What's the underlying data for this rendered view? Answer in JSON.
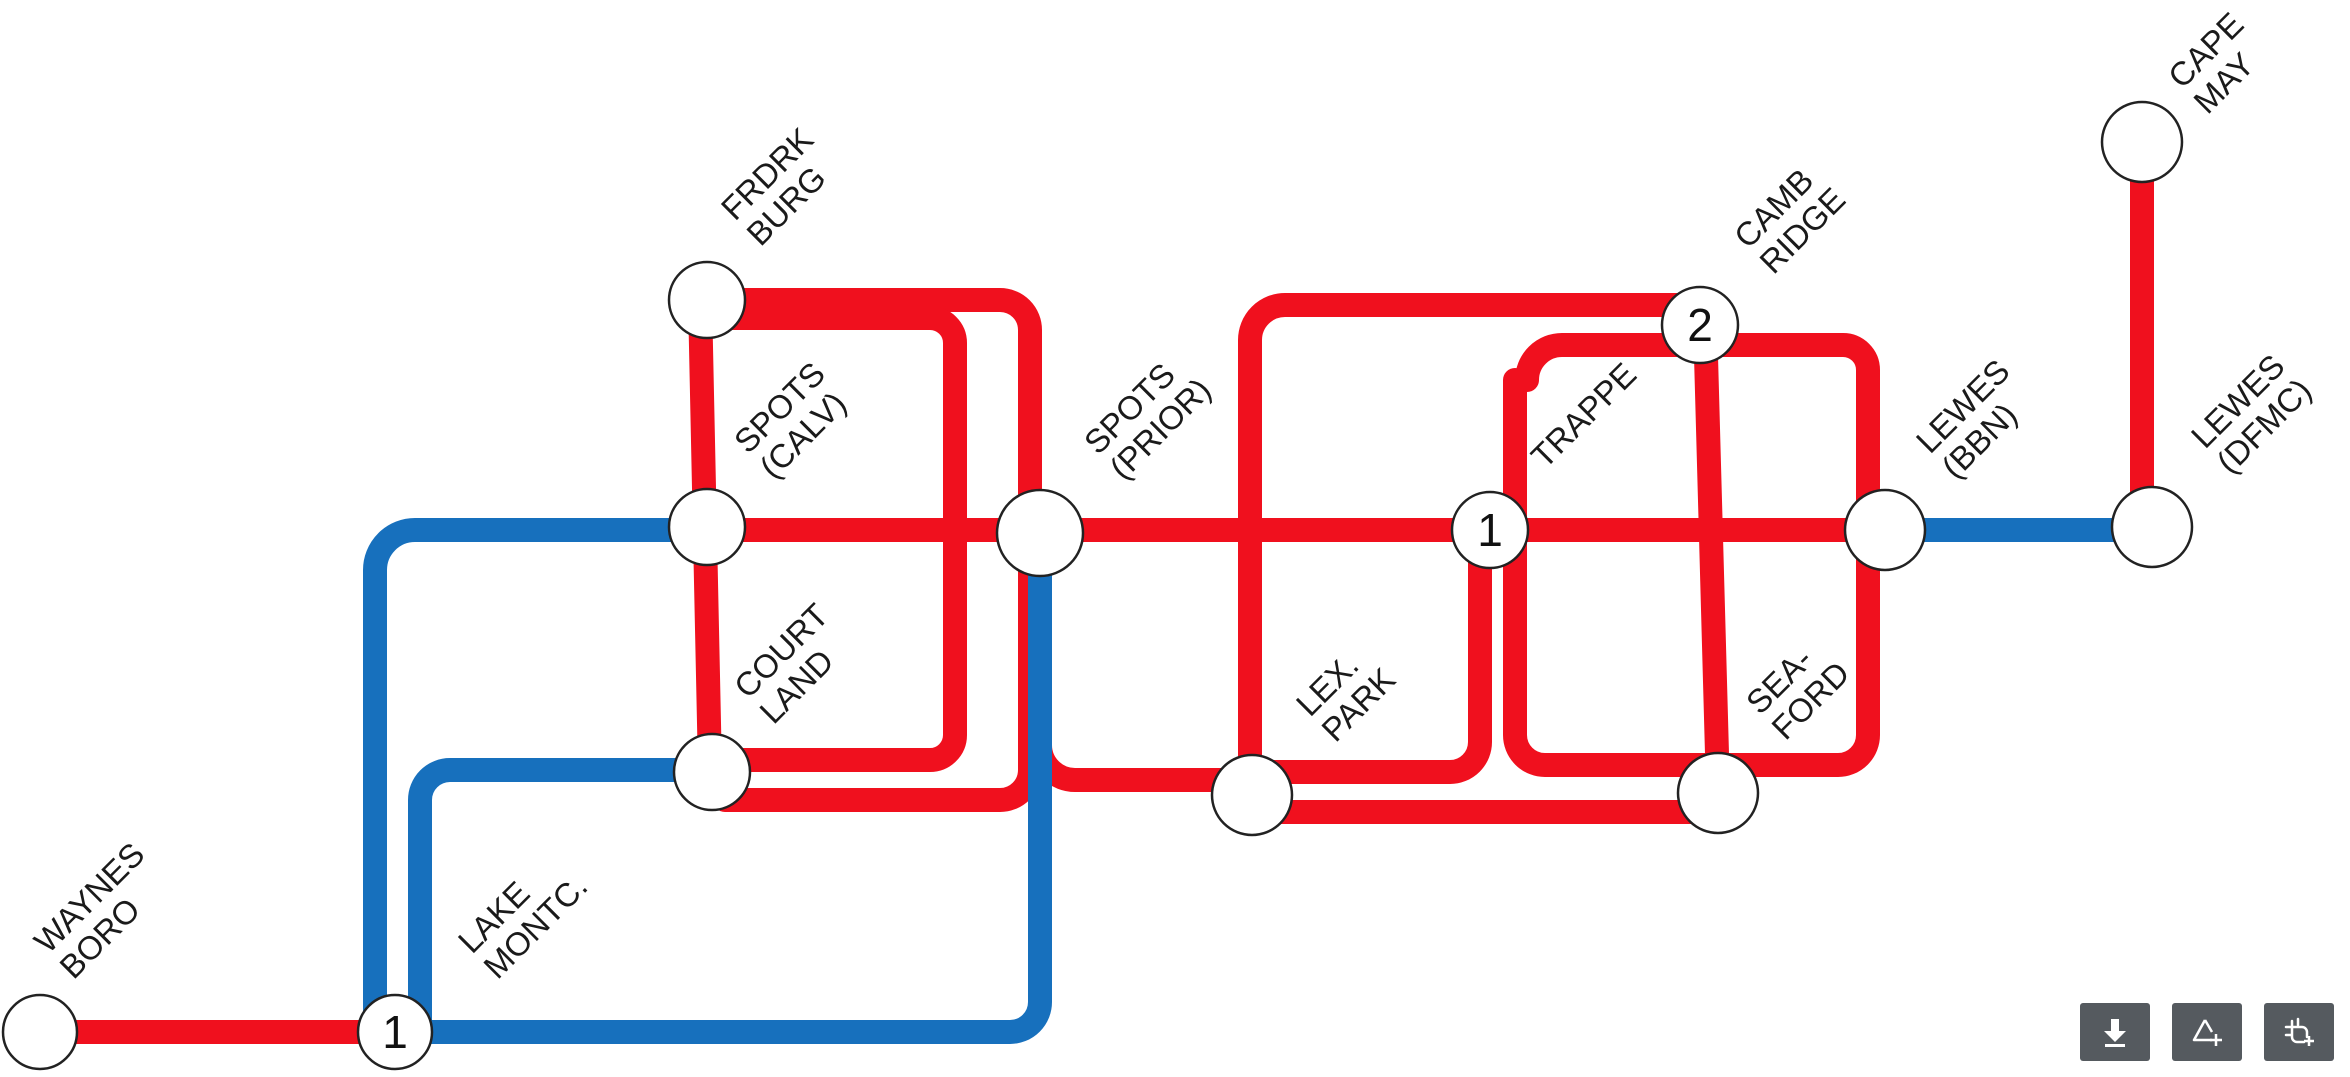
{
  "colors": {
    "red_line": "#f0101e",
    "blue_line": "#1770bd",
    "node_fill": "#ffffff",
    "node_stroke": "#222222",
    "toolbar_bg": "#555a5f"
  },
  "stations": {
    "waynesboro": [
      "WAYNES",
      "BORO"
    ],
    "lake_montc": [
      "LAKE",
      "MONTC."
    ],
    "frdrkburg": [
      "FRDRK",
      "BURG"
    ],
    "spots_calv": [
      "SPOTS",
      "(CALV)"
    ],
    "courtland": [
      "COURT",
      "LAND"
    ],
    "spots_prior": [
      "SPOTS",
      "(PRIOR)"
    ],
    "lex_park": [
      "LEX.",
      "PARK"
    ],
    "trappe": [
      "TRAPPE"
    ],
    "cambridge": [
      "CAMB",
      "RIDGE"
    ],
    "seaford": [
      "SEA-",
      "FORD"
    ],
    "lewes_bbn": [
      "LEWES",
      "(BBN)"
    ],
    "lewes_dfmc": [
      "LEWES",
      "(DFMC)"
    ],
    "cape_may": [
      "CAPE",
      "MAY"
    ]
  },
  "node_counts": {
    "lake_montc": "1",
    "trappe": "1",
    "cambridge": "2"
  },
  "toolbar": [
    {
      "name": "download-button",
      "icon": "download-icon"
    },
    {
      "name": "add-triangle-button",
      "icon": "triangle-plus-icon"
    },
    {
      "name": "add-knot-button",
      "icon": "knot-plus-icon"
    }
  ]
}
